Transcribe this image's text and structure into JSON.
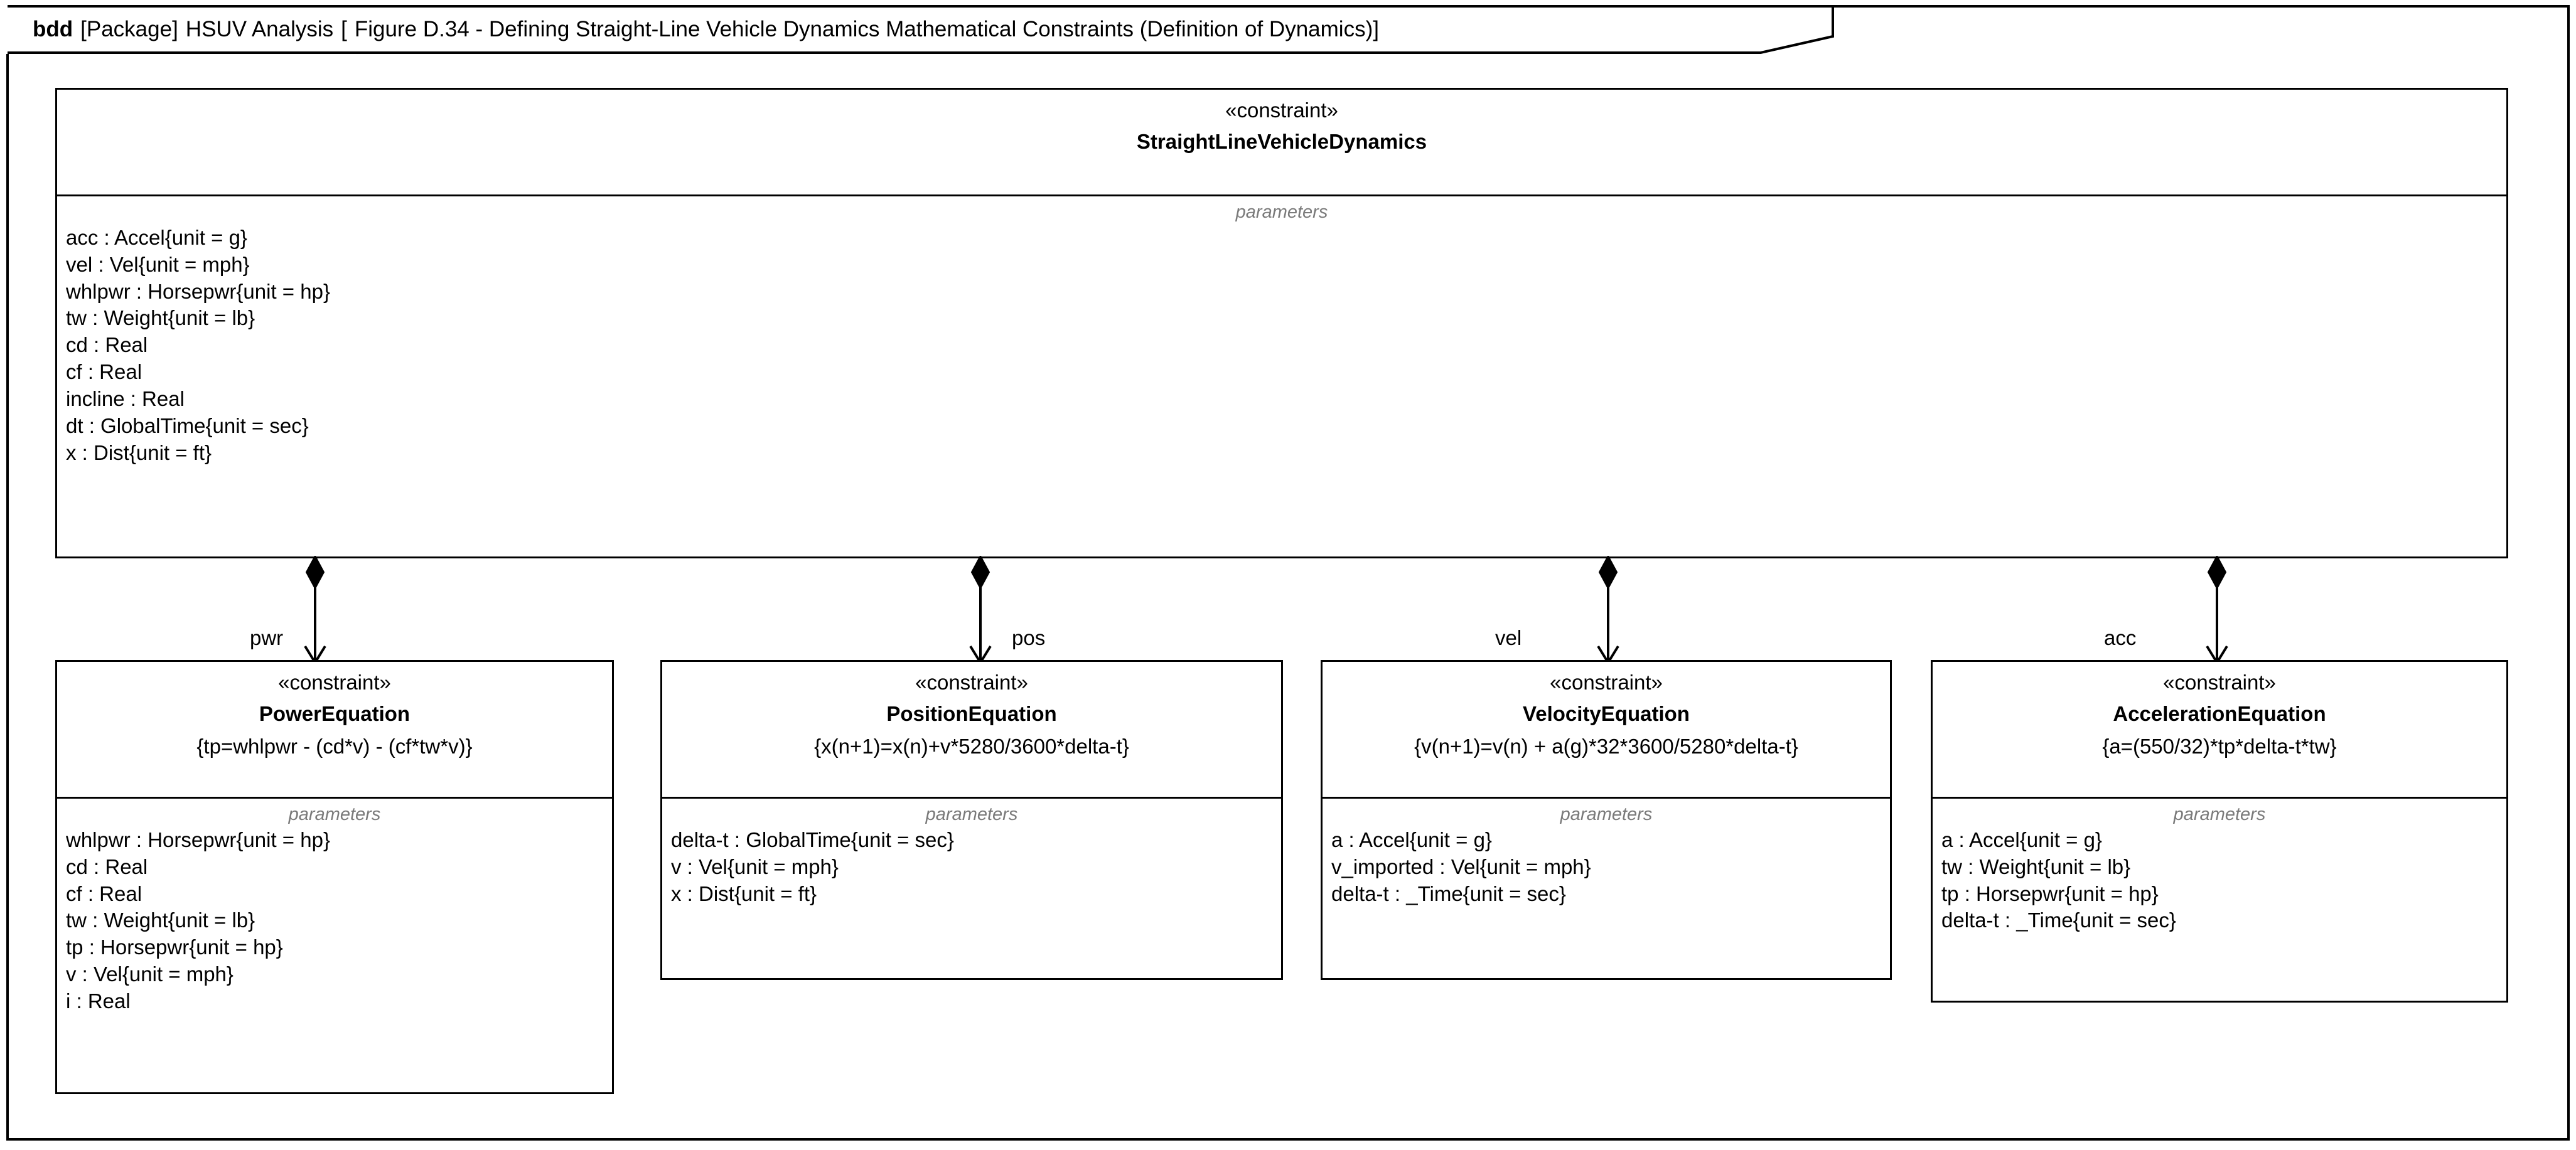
{
  "diagram": {
    "kind": "bdd",
    "scope_type": "[Package]",
    "scope_name": "HSUV Analysis",
    "frame_open": "[",
    "frame_title": "Figure D.34 - Defining Straight-Line Vehicle Dynamics Mathematical Constraints (Definition of Dynamics)",
    "frame_close": "]"
  },
  "parent_block": {
    "stereotype": "«constraint»",
    "name": "StraightLineVehicleDynamics",
    "equation": "",
    "compartment_label": "parameters",
    "parameters": [
      "acc : Accel{unit = g}",
      "vel : Vel{unit = mph}",
      "whlpwr : Horsepwr{unit = hp}",
      "tw : Weight{unit = lb}",
      "cd : Real",
      "cf : Real",
      "incline : Real",
      "dt : GlobalTime{unit = sec}",
      "x : Dist{unit = ft}"
    ]
  },
  "children": [
    {
      "id": "power",
      "role": "pwr",
      "stereotype": "«constraint»",
      "name": "PowerEquation",
      "equation": "{tp=whlpwr - (cd*v) - (cf*tw*v)}",
      "compartment_label": "parameters",
      "parameters": [
        "whlpwr : Horsepwr{unit = hp}",
        "cd : Real",
        "cf : Real",
        "tw : Weight{unit = lb}",
        "tp : Horsepwr{unit = hp}",
        "v : Vel{unit = mph}",
        "i : Real"
      ]
    },
    {
      "id": "position",
      "role": "pos",
      "stereotype": "«constraint»",
      "name": "PositionEquation",
      "equation": "{x(n+1)=x(n)+v*5280/3600*delta-t}",
      "compartment_label": "parameters",
      "parameters": [
        "delta-t : GlobalTime{unit = sec}",
        "v : Vel{unit = mph}",
        "x : Dist{unit = ft}"
      ]
    },
    {
      "id": "velocity",
      "role": "vel",
      "stereotype": "«constraint»",
      "name": "VelocityEquation",
      "equation": "{v(n+1)=v(n) + a(g)*32*3600/5280*delta-t}",
      "compartment_label": "parameters",
      "parameters": [
        "a : Accel{unit = g}",
        "v_imported : Vel{unit = mph}",
        "delta-t : _Time{unit = sec}"
      ]
    },
    {
      "id": "acceleration",
      "role": "acc",
      "stereotype": "«constraint»",
      "name": "AccelerationEquation",
      "equation": "{a=(550/32)*tp*delta-t*tw}",
      "compartment_label": "parameters",
      "parameters": [
        "a : Accel{unit = g}",
        "tw : Weight{unit = lb}",
        "tp : Horsepwr{unit = hp}",
        "delta-t : _Time{unit = sec}"
      ]
    }
  ],
  "colors": {
    "line": "#000000",
    "background": "#ffffff",
    "compartment_label": "#7a7a7a"
  }
}
